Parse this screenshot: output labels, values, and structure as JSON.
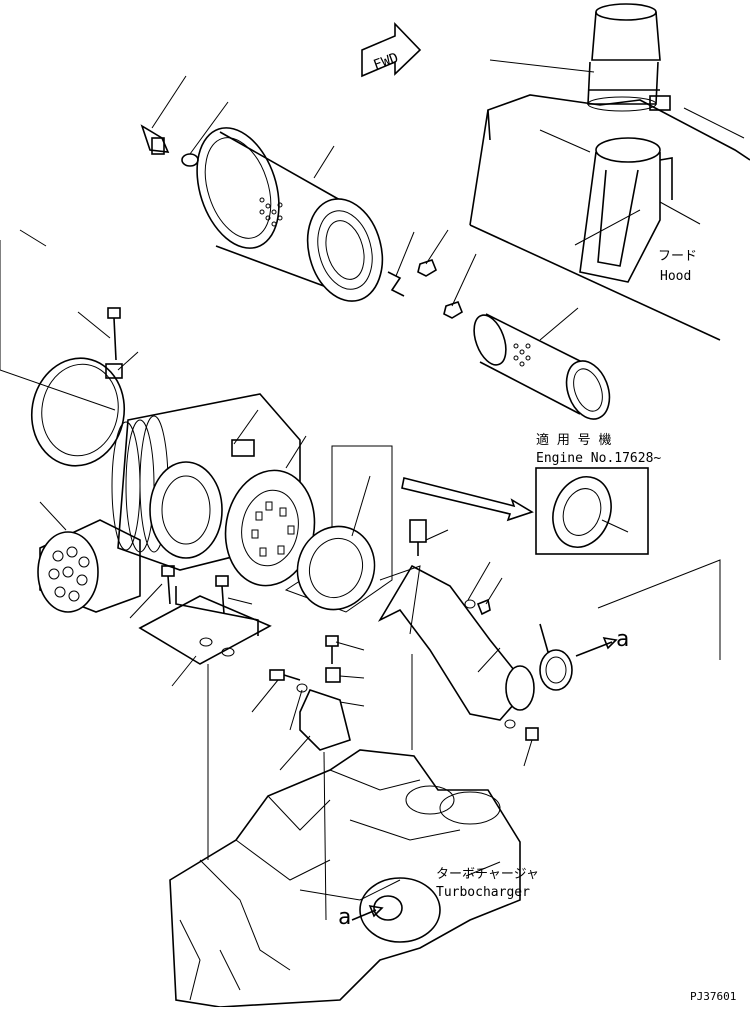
{
  "fwd_label": "FWD",
  "hood": {
    "jp": "フード",
    "en": "Hood"
  },
  "applicable": {
    "jp": "適 用 号 機",
    "en": "Engine No.17628~"
  },
  "turbo": {
    "jp": "ターボチャージャ",
    "en": "Turbocharger"
  },
  "connector_mark": "a",
  "drawing_no": "PJ37601"
}
